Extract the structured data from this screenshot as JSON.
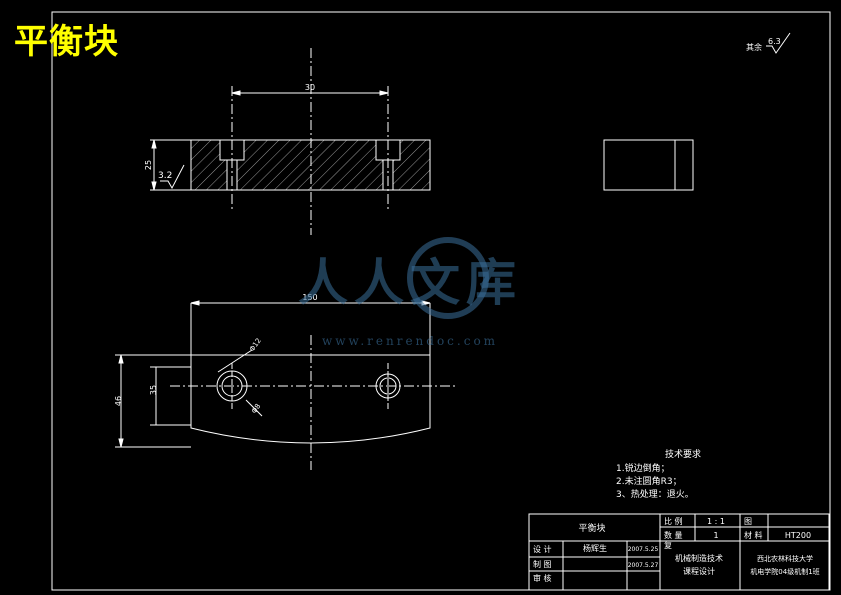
{
  "title": "平衡块",
  "roughness_note": {
    "label": "其余",
    "value": "6.3"
  },
  "dimensions": {
    "top_width": "30",
    "side_height": "25",
    "roughness_local": "3.2",
    "plan_width": "150",
    "plan_height_outer": "46",
    "plan_height_inner": "35",
    "hole_large": "Φ12",
    "hole_small": "Φ8"
  },
  "tech_requirements": {
    "heading": "技术要求",
    "items": [
      "1.锐边倒角；",
      "2.未注圆角R3；",
      "3、热处理：退火。"
    ]
  },
  "title_block": {
    "part_name": "平衡块",
    "scale_label": "比 例",
    "scale_value": "1 : 1",
    "qty_label": "数 量",
    "qty_value": "1",
    "drawing_no_label": "图",
    "material_label": "材 料",
    "material_value": "HT200",
    "design_label": "设 计",
    "designer": "杨辉生",
    "design_date": "2007.5.25",
    "draw_label": "制 图",
    "draw_date": "2007.5.27",
    "review_label": "审 核",
    "check_label": "复",
    "course": "机械制造技术",
    "course_sub": "课程设计",
    "school": "西北农林科技大学",
    "class": "机电学院04级机制1班"
  },
  "watermark": {
    "text": "人人文库",
    "url": "www.renrendoc.com"
  }
}
